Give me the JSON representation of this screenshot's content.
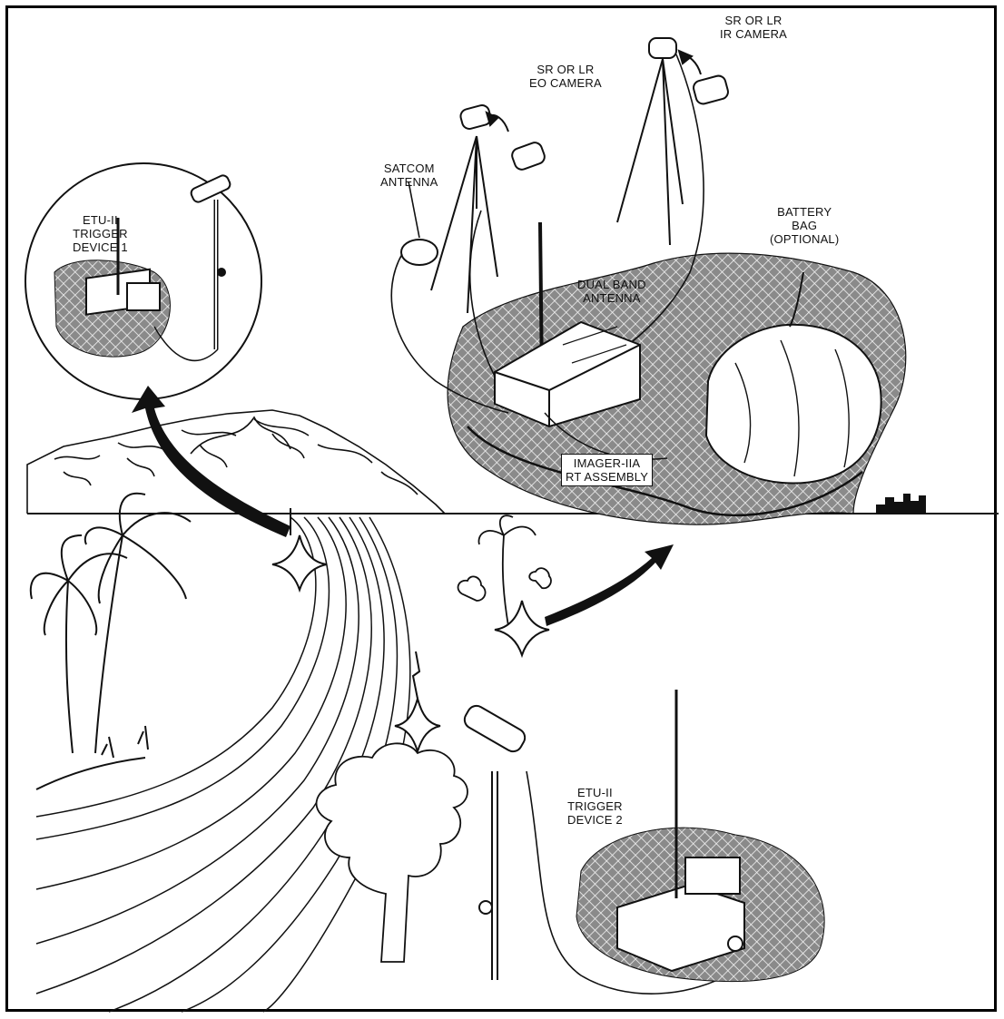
{
  "labels": {
    "ir_camera": "SR OR LR\nIR CAMERA",
    "eo_camera": "SR OR LR\nEO CAMERA",
    "satcom": "SATCOM\nANTENNA",
    "battery_bag": "BATTERY\nBAG\n(OPTIONAL)",
    "dual_band": "DUAL BAND\nANTENNA",
    "etu_1": "ETU-II\nTRIGGER\nDEVICE 1",
    "imager": "IMAGER-IIA\nRT ASSEMBLY",
    "etu_2": "ETU-II\nTRIGGER\nDEVICE 2"
  },
  "colors": {
    "ink": "#111111",
    "hatch_bg": "#8a8a8a",
    "hatch_line": "#f2f2f2",
    "paper": "#ffffff"
  }
}
